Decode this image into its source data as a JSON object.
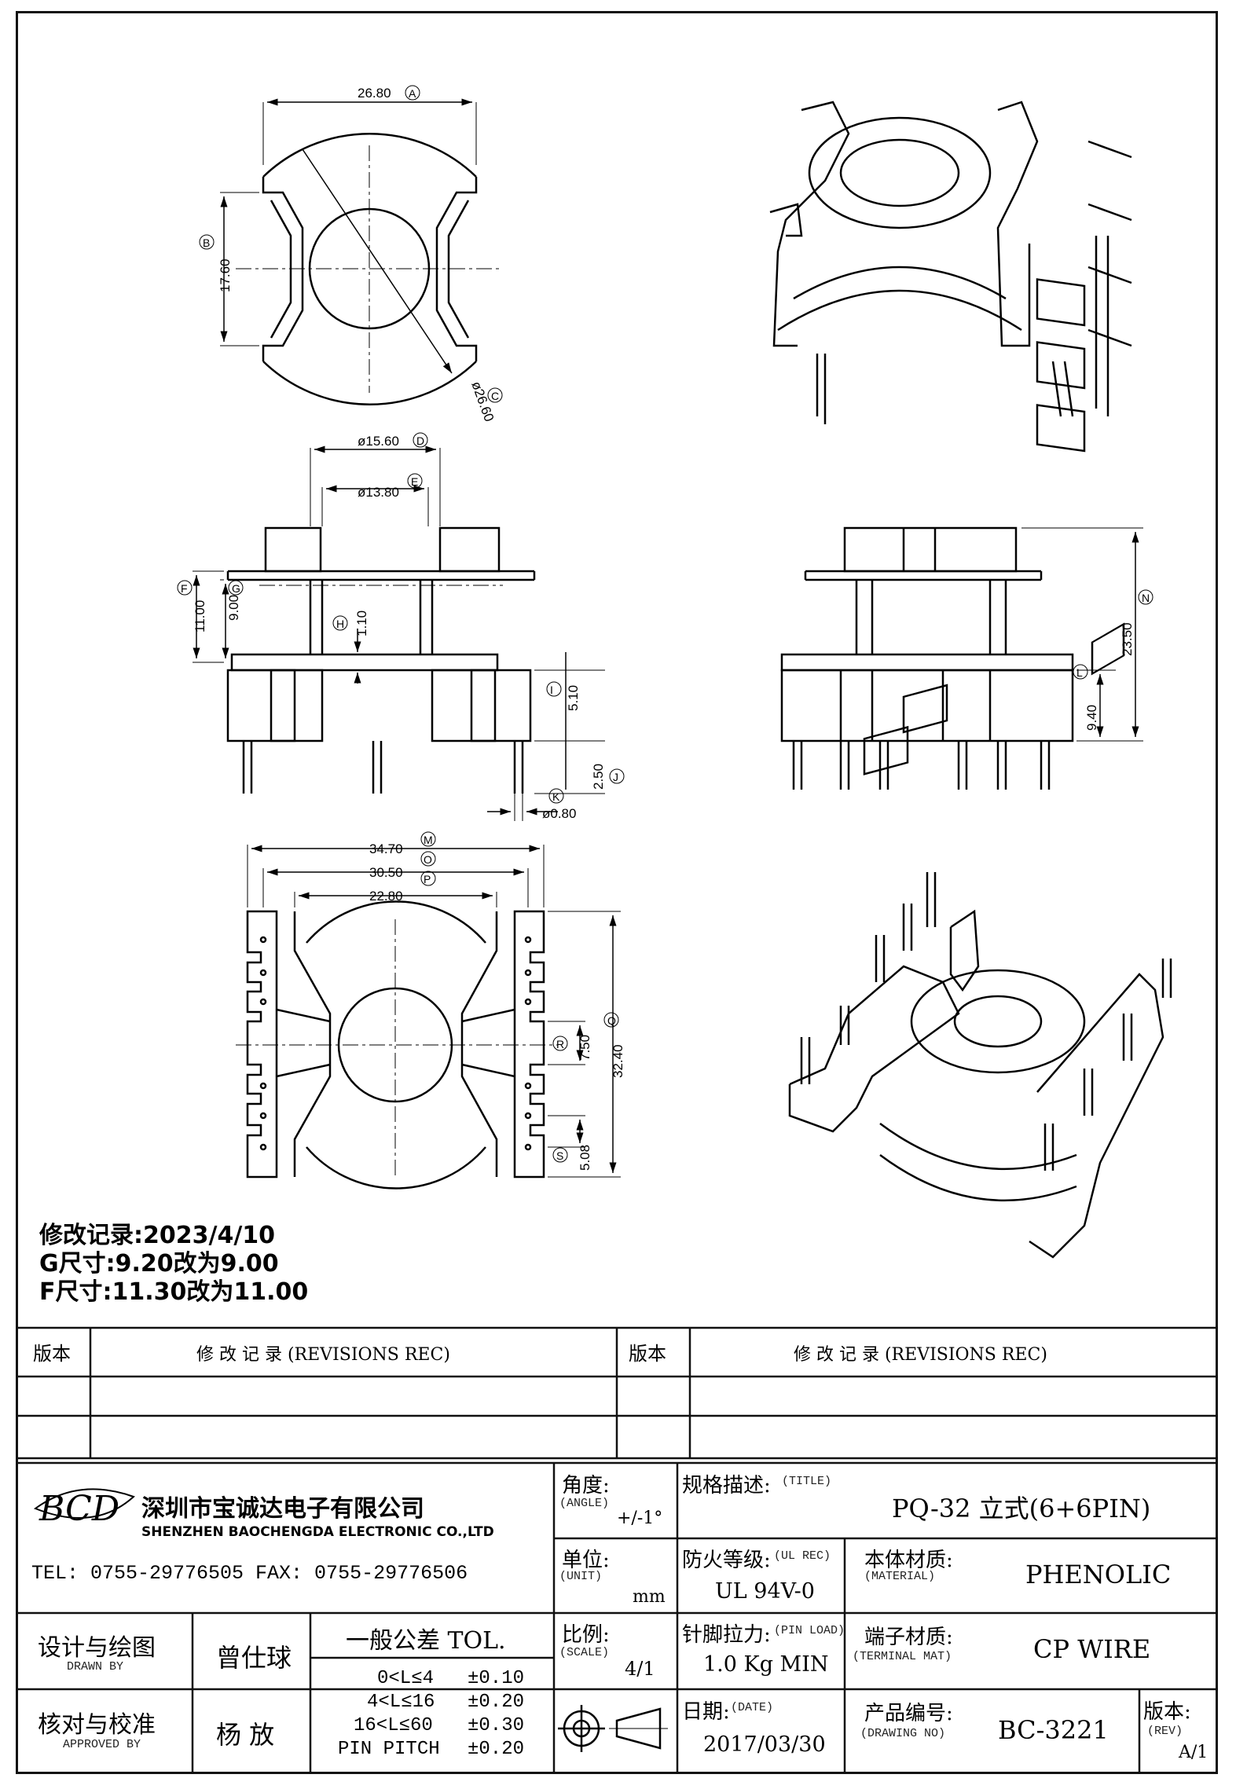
{
  "dimensions": {
    "A": {
      "letter": "A",
      "value": "26.80"
    },
    "B": {
      "letter": "B",
      "value": "17.60"
    },
    "C": {
      "letter": "C",
      "value": "ø26.60"
    },
    "D": {
      "letter": "D",
      "value": "ø15.60"
    },
    "E": {
      "letter": "E",
      "value": "ø13.80"
    },
    "F": {
      "letter": "F",
      "value": "11.00"
    },
    "G": {
      "letter": "G",
      "value": "9.00"
    },
    "H": {
      "letter": "H",
      "value": "1.10"
    },
    "I": {
      "letter": "I",
      "value": "5.10"
    },
    "J": {
      "letter": "J",
      "value": "2.50"
    },
    "K": {
      "letter": "K",
      "value": "ø0.80"
    },
    "L": {
      "letter": "L",
      "value": "9.40"
    },
    "M": {
      "letter": "M",
      "value": "34.70"
    },
    "N": {
      "letter": "N",
      "value": "23.50"
    },
    "O": {
      "letter": "O",
      "value": "30.50"
    },
    "P": {
      "letter": "P",
      "value": "22.80"
    },
    "Q": {
      "letter": "Q",
      "value": "32.40"
    },
    "R": {
      "letter": "R",
      "value": "7.50"
    },
    "S": {
      "letter": "S",
      "value": "5.08"
    }
  },
  "revision_note": {
    "line1": "修改记录:2023/4/10",
    "line2": "G尺寸:9.20改为9.00",
    "line3": "F尺寸:11.30改为11.00"
  },
  "revisions_table": {
    "left_version_header": "版本",
    "left_record_header": "修 改 记 录 (REVISIONS REC)",
    "right_version_header": "版本",
    "right_record_header": "修 改 记 录 (REVISIONS REC)"
  },
  "company": {
    "logo_text": "BCD",
    "name_cn": "深圳市宝诚达电子有限公司",
    "name_en": "SHENZHEN BAOCHENGDA ELECTRONIC CO.,LTD",
    "tel": "TEL: 0755-29776505  FAX: 0755-29776506"
  },
  "title_block": {
    "angle_label": "角度:",
    "angle_en": "(ANGLE)",
    "angle_value": "+/-1°",
    "title_label": "规格描述:",
    "title_en": "(TITLE)",
    "title_value": "PQ-32 立式(6+6PIN)",
    "unit_label": "单位:",
    "unit_en": "(UNIT)",
    "unit_value": "mm",
    "ul_label": "防火等级:",
    "ul_en": "(UL REC)",
    "ul_value": "UL 94V-0",
    "material_label": "本体材质:",
    "material_en": "(MATERIAL)",
    "material_value": "PHENOLIC",
    "drawn_label": "设计与绘图",
    "drawn_en": "DRAWN BY",
    "drawn_value": "曾仕球",
    "tol_header": "一般公差 TOL.",
    "tol_rows": [
      {
        "range": "0<L≤4",
        "value": "±0.10"
      },
      {
        "range": "4<L≤16",
        "value": "±0.20"
      },
      {
        "range": "16<L≤60",
        "value": "±0.30"
      },
      {
        "range": "PIN PITCH",
        "value": "±0.20"
      }
    ],
    "scale_label": "比例:",
    "scale_en": "(SCALE)",
    "scale_value": "4/1",
    "pinload_label": "针脚拉力:",
    "pinload_en": "(PIN LOAD)",
    "pinload_value": "1.0 Kg MIN",
    "terminal_label": "端子材质:",
    "terminal_en": "(TERMINAL MAT)",
    "terminal_value": "CP WIRE",
    "approved_label": "核对与校准",
    "approved_en": "APPROVED BY",
    "approved_value": "杨  放",
    "date_label": "日期:",
    "date_en": "(DATE)",
    "date_value": "2017/03/30",
    "drawing_no_label": "产品编号:",
    "drawing_no_en": "(DRAWING NO)",
    "drawing_no_value": "BC-3221",
    "rev_label": "版本:",
    "rev_en": "(REV)",
    "rev_value": "A/1"
  }
}
